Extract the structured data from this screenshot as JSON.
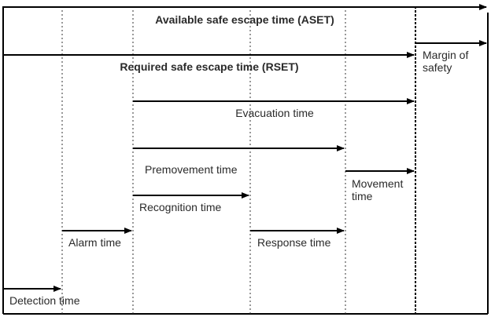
{
  "diagram": {
    "labels": {
      "aset": "Available safe escape time (ASET)",
      "rset": "Required safe escape time (RSET)",
      "margin_line1": "Margin of",
      "margin_line2": "safety",
      "evacuation": "Evacuation time",
      "premovement": "Premovement time",
      "movement_line1": "Movement",
      "movement_line2": "time",
      "recognition": "Recognition time",
      "alarm": "Alarm time",
      "response": "Response time",
      "detection": "Detection time"
    },
    "colors": {
      "line": "#000000",
      "text": "#2a2a2a",
      "background": "#ffffff"
    }
  }
}
